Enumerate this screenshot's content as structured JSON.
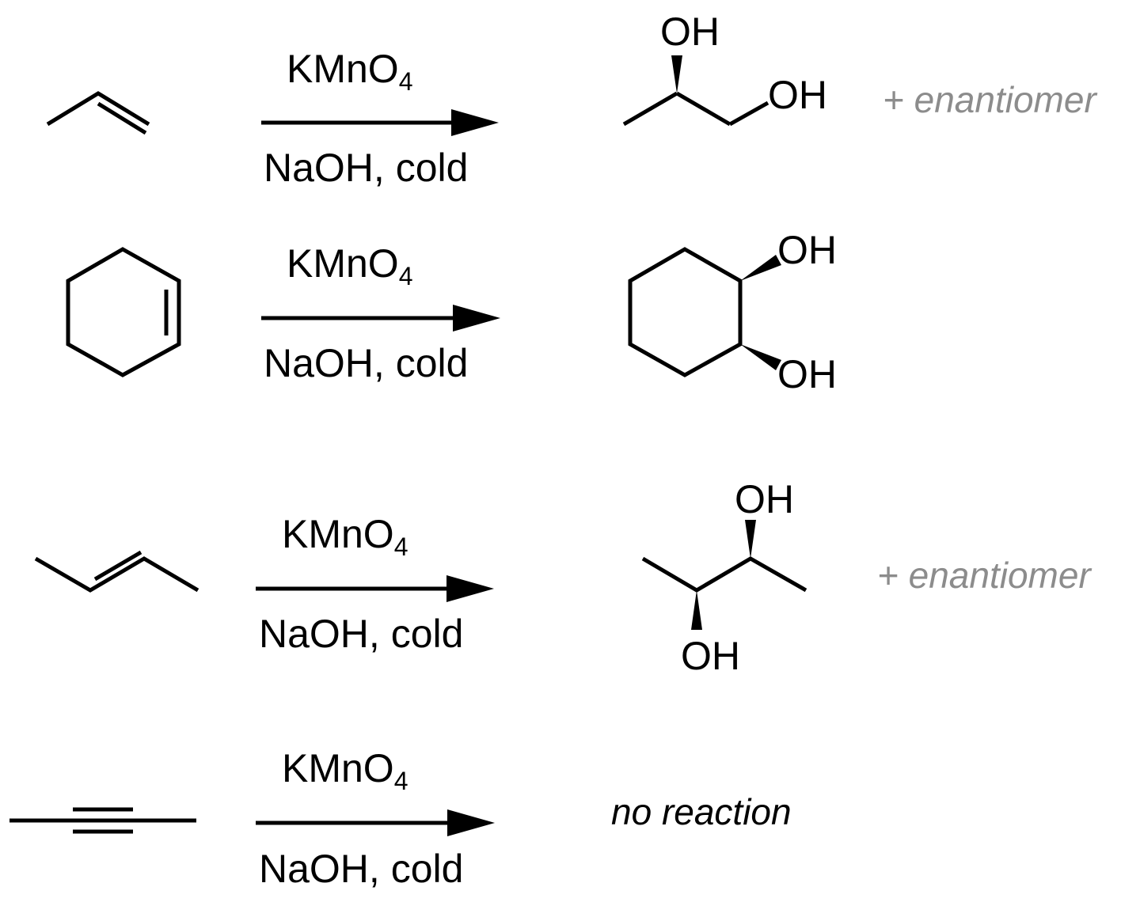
{
  "reactions": [
    {
      "reagent_top": "KMnO",
      "reagent_top_subscript": "4",
      "reagent_bottom": "NaOH, cold",
      "product_labels": [
        "OH",
        "OH"
      ],
      "note": "+ enantiomer"
    },
    {
      "reagent_top": "KMnO",
      "reagent_top_subscript": "4",
      "reagent_bottom": "NaOH, cold",
      "product_labels": [
        "OH",
        "OH"
      ],
      "note": ""
    },
    {
      "reagent_top": "KMnO",
      "reagent_top_subscript": "4",
      "reagent_bottom": "NaOH, cold",
      "product_labels": [
        "OH",
        "OH"
      ],
      "note": "+ enantiomer"
    },
    {
      "reagent_top": "KMnO",
      "reagent_top_subscript": "4",
      "reagent_bottom": "NaOH, cold",
      "product_text": "no reaction"
    }
  ],
  "colors": {
    "ink": "#000000",
    "note": "#8c8c8c"
  }
}
